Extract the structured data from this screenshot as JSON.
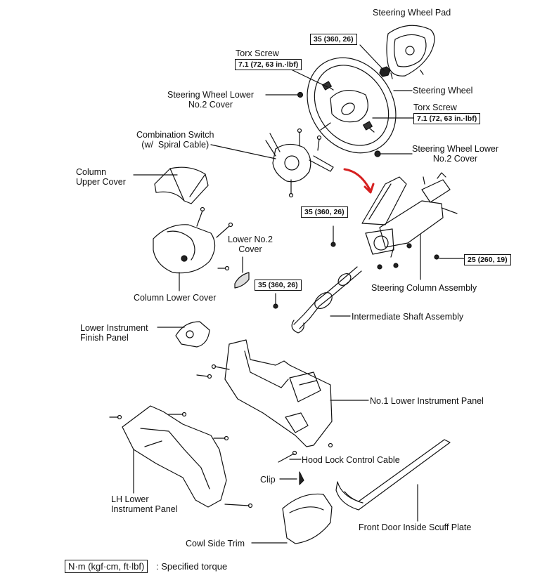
{
  "labels": {
    "steering_wheel_pad": "Steering Wheel Pad",
    "torx_screw_1": "Torx Screw",
    "steering_wheel_lower_no2_cover_1": "Steering Wheel Lower\nNo.2 Cover",
    "steering_wheel": "Steering Wheel",
    "torx_screw_2": "Torx Screw",
    "steering_wheel_lower_no2_cover_2": "Steering Wheel Lower\nNo.2 Cover",
    "combination_switch": "Combination Switch\n(w/  Spiral Cable)",
    "column_upper_cover": "Column\nUpper Cover",
    "lower_no2_cover": "Lower No.2\nCover",
    "column_lower_cover": "Column Lower Cover",
    "steering_column_assembly": "Steering Column Assembly",
    "intermediate_shaft_assembly": "Intermediate Shaft Assembly",
    "lower_instrument_finish_panel": "Lower Instrument\nFinish Panel",
    "no1_lower_instrument_panel": "No.1 Lower Instrument Panel",
    "hood_lock_control_cable": "Hood Lock Control Cable",
    "clip": "Clip",
    "lh_lower_instrument_panel": "LH Lower\nInstrument Panel",
    "front_door_inside_scuff_plate": "Front Door Inside Scuff Plate",
    "cowl_side_trim": "Cowl Side Trim"
  },
  "torques": {
    "pad_bolt": "35 (360, 26)",
    "torx_1": "7.1 (72, 63 in.·lbf)",
    "torx_2": "7.1 (72, 63 in.·lbf)",
    "column_upper": "35 (360, 26)",
    "column_right": "25 (260, 19)",
    "shaft_lower": "35 (360, 26)"
  },
  "legend": {
    "box": "N·m (kgf·cm, ft·lbf)",
    "text": ": Specified torque"
  },
  "colors": {
    "line": "#111111",
    "arrow": "#d62020"
  }
}
